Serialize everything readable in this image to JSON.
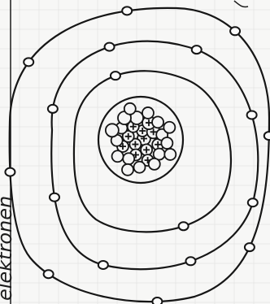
{
  "label": {
    "text": "elektronen"
  },
  "colors": {
    "paper": "#f7f7f6",
    "grid": "#e3e3e3",
    "ink": "#151515"
  },
  "nucleus": {
    "particles": 30,
    "protons": 12
  },
  "shells": [
    {
      "name": "inner-shell",
      "electrons": 2
    },
    {
      "name": "middle-shell",
      "electrons": 8
    },
    {
      "name": "outer-shell",
      "electrons": 8
    }
  ]
}
